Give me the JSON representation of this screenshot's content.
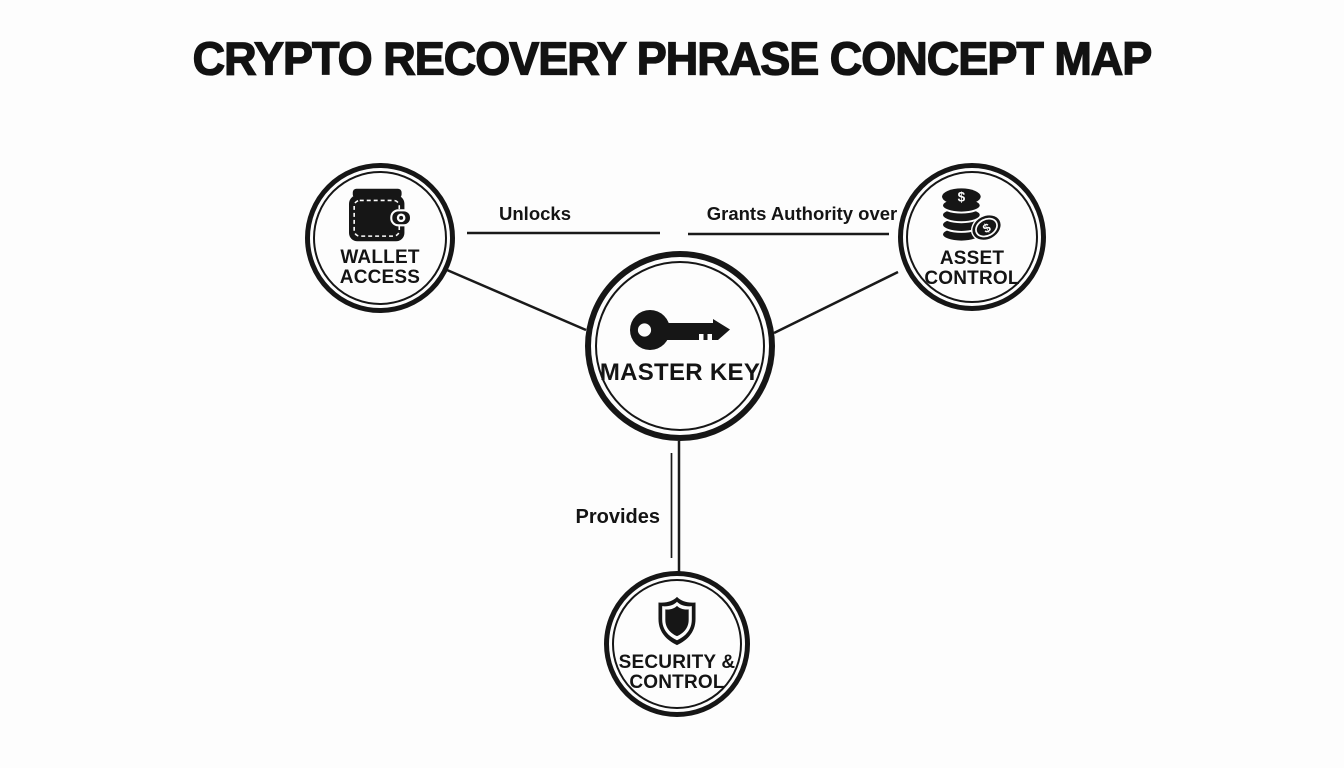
{
  "title": "CRYPTO RECOVERY PHRASE CONCEPT MAP",
  "diagram_type": "concept-map",
  "colors": {
    "ink": "#141414",
    "background": "#fdfdfd"
  },
  "nodes": {
    "master_key": {
      "label": "MASTER KEY",
      "icon": "key-icon"
    },
    "wallet_access": {
      "label": "WALLET\nACCESS",
      "icon": "wallet-icon"
    },
    "asset_control": {
      "label": "ASSET\nCONTROL",
      "icon": "coins-icon"
    },
    "security_control": {
      "label": "SECURITY &\nCONTROL",
      "icon": "shield-icon"
    }
  },
  "edges": {
    "unlocks": {
      "label": "Unlocks",
      "from": "MASTER KEY",
      "to": "WALLET ACCESS"
    },
    "grants": {
      "label": "Grants Authority over",
      "from": "MASTER KEY",
      "to": "ASSET CONTROL"
    },
    "provides": {
      "label": "Provides",
      "from": "MASTER KEY",
      "to": "SECURITY & CONTROL"
    }
  },
  "icons": {
    "dollar_sign": "$"
  }
}
